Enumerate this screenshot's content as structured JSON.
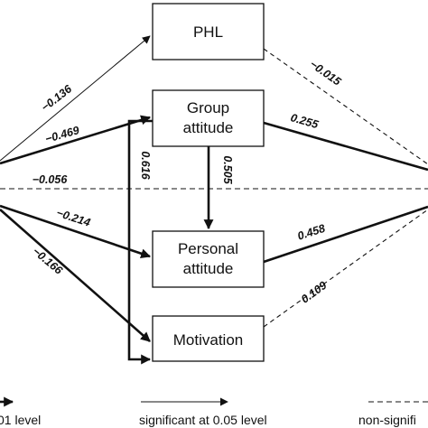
{
  "nodes": {
    "phl": {
      "lines": [
        "PHL"
      ]
    },
    "group": {
      "lines": [
        "Group",
        "attitude"
      ]
    },
    "personal": {
      "lines": [
        "Personal",
        "attitude"
      ]
    },
    "motivation": {
      "lines": [
        "Motivation"
      ]
    }
  },
  "edges": {
    "src_phl": {
      "label": "−0.136",
      "style": "thin-solid"
    },
    "src_group": {
      "label": "−0.469",
      "style": "thick-solid"
    },
    "src_out": {
      "label": "−0.056",
      "style": "dashed"
    },
    "src_personal": {
      "label": "−0.214",
      "style": "thick-solid"
    },
    "src_motivation": {
      "label": "−0.166",
      "style": "thick-solid"
    },
    "phl_out": {
      "label": "−0.015",
      "style": "dashed"
    },
    "group_out": {
      "label": "0.255",
      "style": "thick-solid"
    },
    "group_personal": {
      "label": "0.505",
      "style": "thick-solid"
    },
    "group_motivation": {
      "label": "0.616",
      "style": "thick-solid"
    },
    "personal_out": {
      "label": "0.458",
      "style": "thick-solid"
    },
    "motivation_out": {
      "label": "0.109",
      "style": "dashed"
    }
  },
  "legend": {
    "level_001": "01 level",
    "level_005": "significant at 0.05 level",
    "nonsig": "non-signifi"
  }
}
